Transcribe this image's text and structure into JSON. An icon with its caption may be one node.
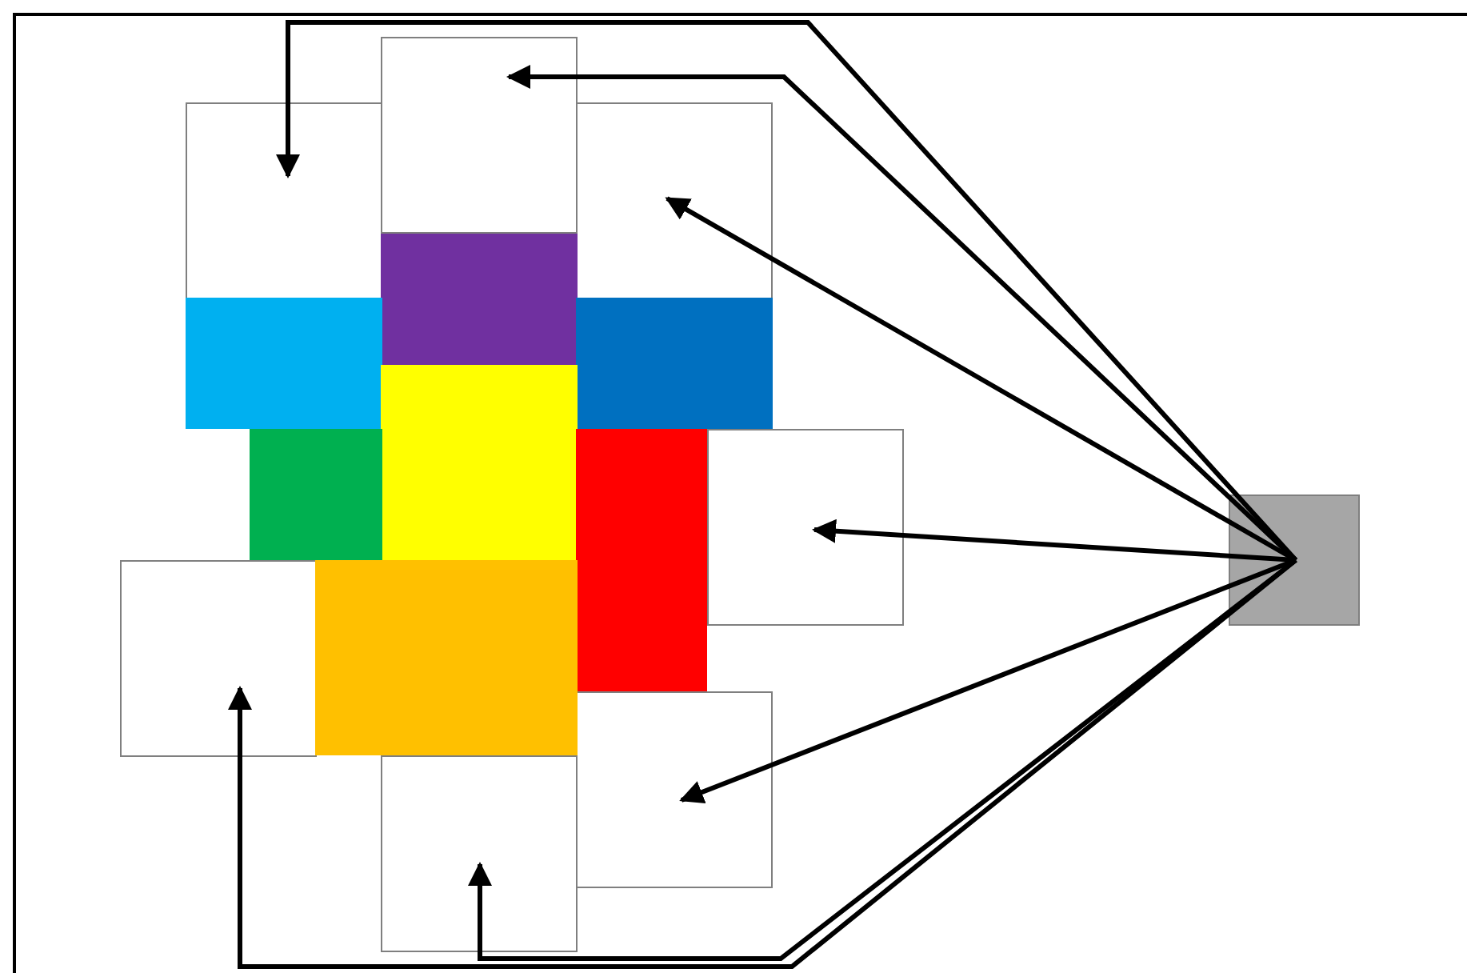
{
  "diagram": {
    "nodes": [
      {
        "text": [],
        "shape": "box"
      },
      {
        "text": [],
        "shape": "box"
      },
      {
        "text": [],
        "shape": "box"
      },
      {
        "text": [],
        "shape": "box"
      },
      {
        "text": [],
        "shape": "box"
      },
      {
        "text": [],
        "shape": "box"
      },
      {
        "text": [],
        "shape": "box"
      },
      {
        "text": [],
        "shape": "box"
      },
      {
        "text": [],
        "shape": "box"
      },
      {
        "text": [],
        "shape": "box"
      },
      {
        "text": [],
        "shape": "box"
      },
      {
        "text": [],
        "shape": "box"
      },
      {
        "text": [],
        "shape": "box"
      },
      {
        "text": [],
        "shape": "box"
      },
      {
        "text": [],
        "shape": "box"
      }
    ],
    "edges": [
      {
        "from": 10,
        "to": 0,
        "arrow": "to"
      },
      {
        "from": 10,
        "to": 1,
        "arrow": "to"
      },
      {
        "from": 10,
        "to": 2,
        "arrow": "to"
      },
      {
        "from": 10,
        "to": 9,
        "arrow": "to"
      },
      {
        "from": 10,
        "to": 11,
        "arrow": "to"
      },
      {
        "from": 10,
        "to": 14,
        "arrow": "to"
      },
      {
        "from": 10,
        "to": 13,
        "arrow": "to"
      }
    ]
  }
}
